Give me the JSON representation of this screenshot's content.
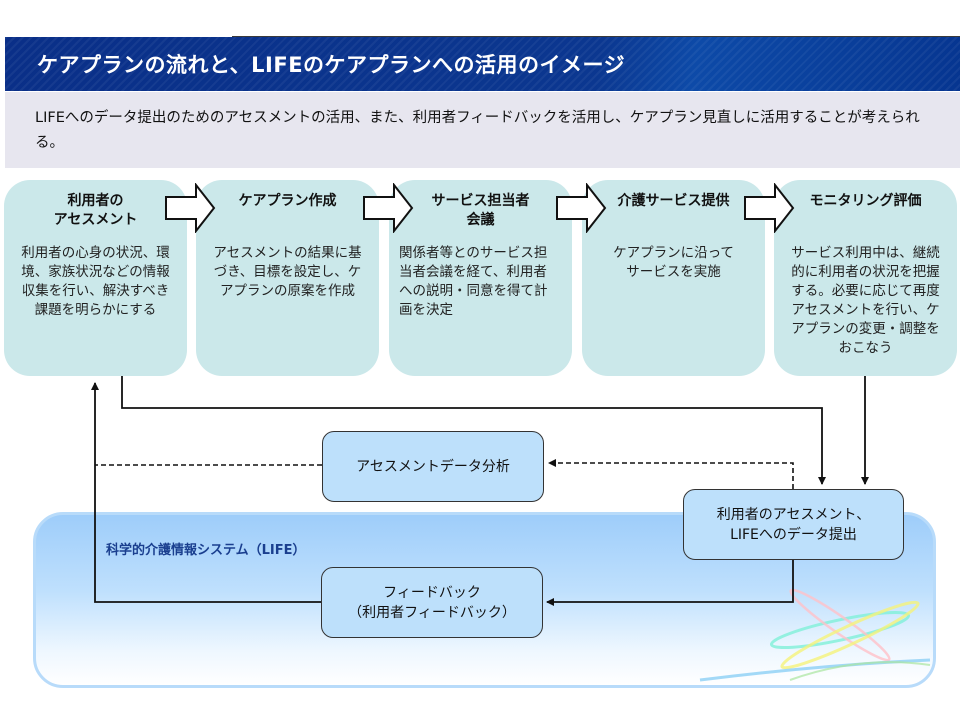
{
  "header": {
    "title": "ケアプランの流れと、LIFEのケアプランへの活用のイメージ"
  },
  "intro": {
    "text": "LIFEへのデータ提出のためのアセスメントの活用、また、利用者フィードバックを活用し、ケアプラン見直しに活用することが考えられる。"
  },
  "steps": [
    {
      "title": "利用者の\nアセスメント",
      "description": "利用者の心身の状況、環境、家族状況などの情報収集を行い、解決すべき課題を明らかにする"
    },
    {
      "title": "ケアプラン作成",
      "description": "アセスメントの結果に基づき、目標を設定し、ケアプランの原案を作成"
    },
    {
      "title": "サービス担当者\n会議",
      "description": "関係者等とのサービス担当者会議を経て、利用者への説明・同意を得て計画を決定"
    },
    {
      "title": "介護サービス提供",
      "description": "ケアプランに沿ってサービスを実施"
    },
    {
      "title": "モニタリング評価",
      "description": "サービス利用中は、継続的に利用者の状況を把握する。必要に応じて再度アセスメントを行い、ケアプランの変更・調整をおこなう"
    }
  ],
  "life": {
    "title": "科学的介護情報システム（LIFE）",
    "analysis_box": "アセスメントデータ分析",
    "submit_box": "利用者のアセスメント、\nLIFEへのデータ提出",
    "feedback_box": "フィードバック\n（利用者フィードバック）"
  },
  "colors": {
    "header_bg": "#0b3790",
    "intro_bg": "#e7e6ef",
    "step_bg": "#cbe8ea",
    "box_bg": "#bde0fb",
    "life_title": "#1a3f8f"
  }
}
